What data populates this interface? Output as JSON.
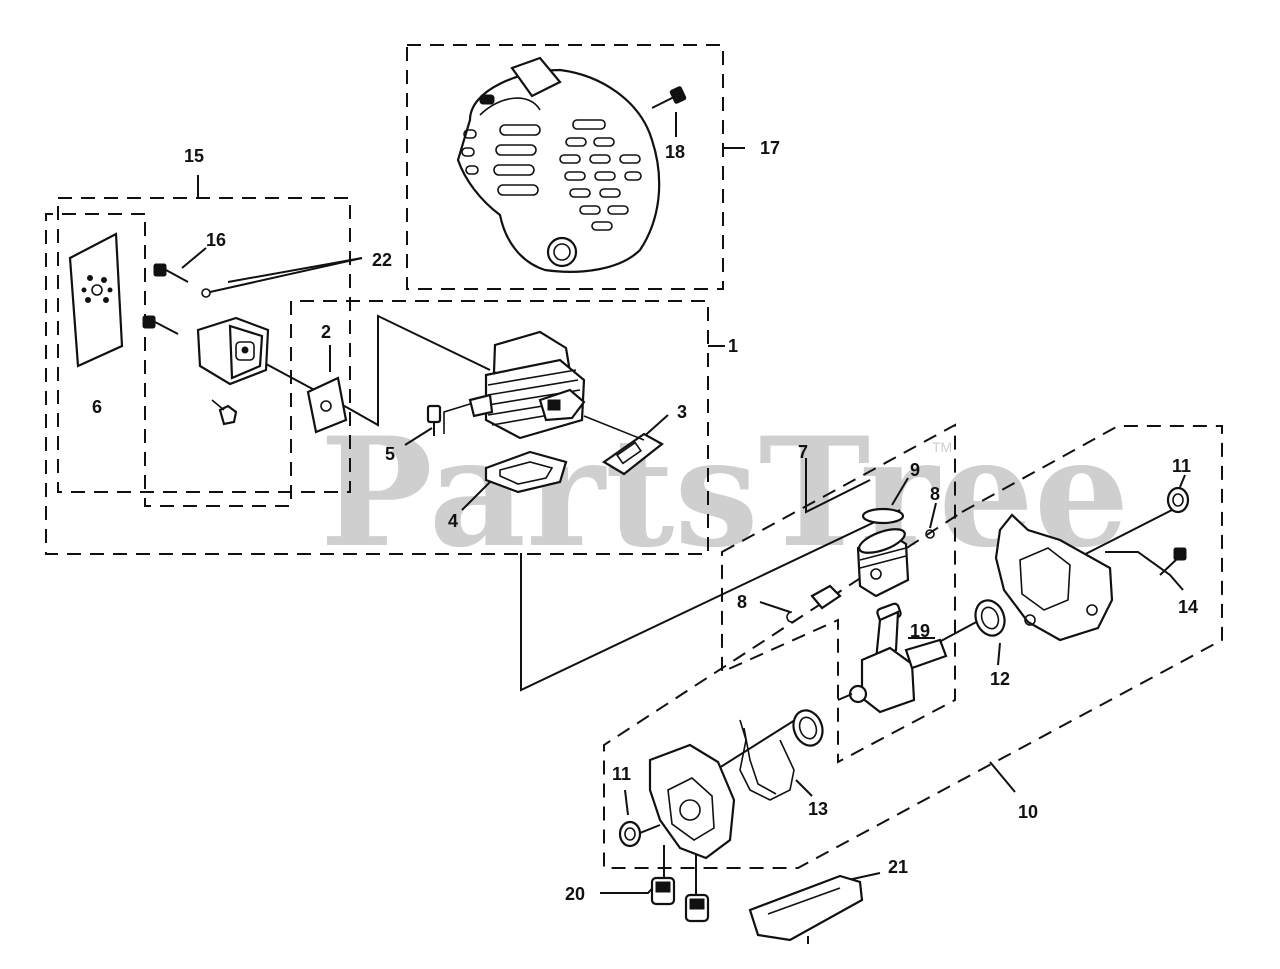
{
  "watermark": {
    "text": "PartsTree",
    "trademark": "TM"
  },
  "callouts": [
    {
      "id": "c1",
      "text": "1"
    },
    {
      "id": "c2",
      "text": "2"
    },
    {
      "id": "c3",
      "text": "3"
    },
    {
      "id": "c4",
      "text": "4"
    },
    {
      "id": "c5",
      "text": "5"
    },
    {
      "id": "c6",
      "text": "6"
    },
    {
      "id": "c7",
      "text": "7"
    },
    {
      "id": "c8a",
      "text": "8"
    },
    {
      "id": "c8b",
      "text": "8"
    },
    {
      "id": "c9",
      "text": "9"
    },
    {
      "id": "c10",
      "text": "10"
    },
    {
      "id": "c11a",
      "text": "11"
    },
    {
      "id": "c11b",
      "text": "11"
    },
    {
      "id": "c12",
      "text": "12"
    },
    {
      "id": "c13",
      "text": "13"
    },
    {
      "id": "c14",
      "text": "14"
    },
    {
      "id": "c15",
      "text": "15"
    },
    {
      "id": "c16",
      "text": "16"
    },
    {
      "id": "c17",
      "text": "17"
    },
    {
      "id": "c18",
      "text": "18"
    },
    {
      "id": "c19",
      "text": "19"
    },
    {
      "id": "c20",
      "text": "20"
    },
    {
      "id": "c21",
      "text": "21"
    },
    {
      "id": "c22",
      "text": "22"
    }
  ]
}
